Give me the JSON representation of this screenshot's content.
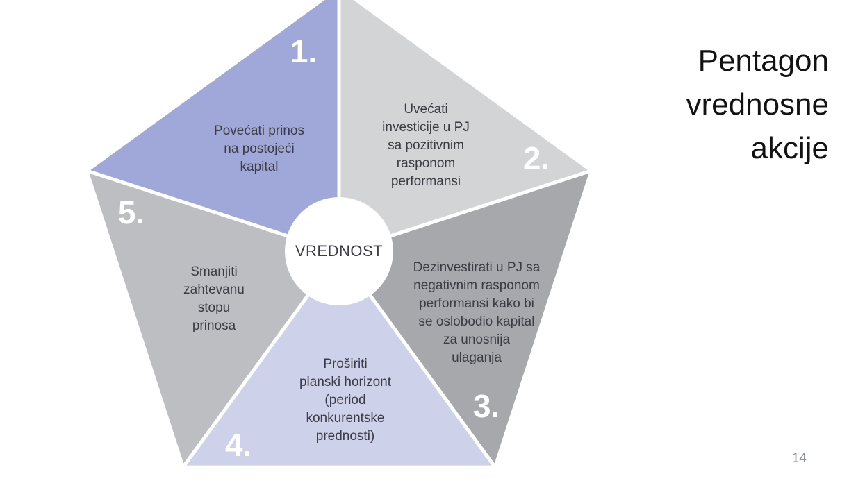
{
  "slide": {
    "title": "Pentagon\nvrednosne\nakcije",
    "page_number": "14"
  },
  "pentagon": {
    "center_label": "VREDNOST",
    "center_circle_color": "#ffffff",
    "text_color": "#3b3b43",
    "number_color": "#ffffff",
    "segments": [
      {
        "number": "1.",
        "text": "Povećati prinos\nna postojeći\nkapital",
        "color": "#9fa8d8"
      },
      {
        "number": "2.",
        "text": "Uvećati\ninvesticije u PJ\nsa pozitivnim\nrasponom\nperformansi",
        "color": "#d3d4d6"
      },
      {
        "number": "3.",
        "text": "Dezinvestirati u PJ sa\nnegativnim rasponom\nperformansi kako bi\nse oslobodio kapital\nza unosnija\nulaganja",
        "color": "#a6a8ac"
      },
      {
        "number": "4.",
        "text": "Proširiti\nplanski horizont\n(period\nkonkurentske\nprednosti)",
        "color": "#cdd1ea"
      },
      {
        "number": "5.",
        "text": "Smanjiti\nzahtevanu\nstopu\nprinosa",
        "color": "#bdbec2"
      }
    ]
  }
}
